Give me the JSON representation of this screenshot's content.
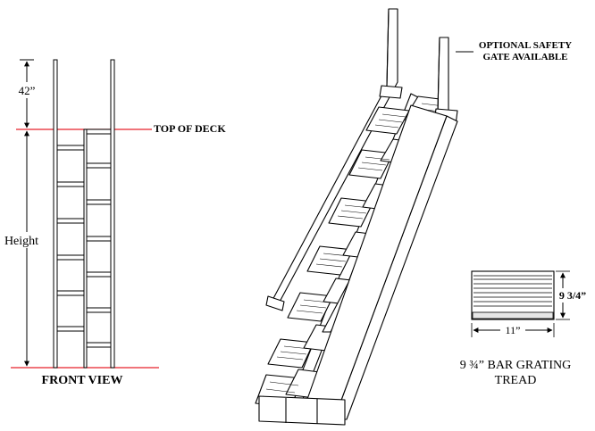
{
  "front_view": {
    "dim_top": "42”",
    "dim_height": "Height",
    "deck_label": "TOP OF DECK",
    "caption": "FRONT VIEW"
  },
  "iso_view": {
    "gate_note_line1": "OPTIONAL SAFETY",
    "gate_note_line2": "GATE AVAILABLE"
  },
  "tread_detail": {
    "height_dim": "9 3/4”",
    "width_dim": "11”",
    "caption_line1": "9 ¾” BAR GRATING",
    "caption_line2": "TREAD"
  },
  "colors": {
    "deck_line": "#e8202a",
    "line": "#000000"
  }
}
